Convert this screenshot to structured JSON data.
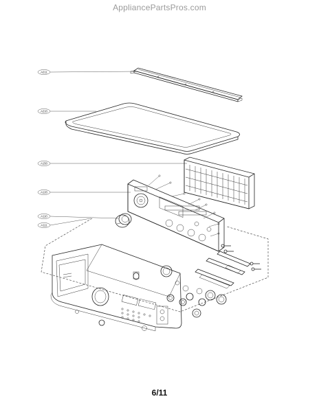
{
  "header": {
    "site": "AppliancePartsPros.com"
  },
  "callouts": [
    {
      "id": "a211",
      "label": "A211"
    },
    {
      "id": "a210",
      "label": "A210"
    },
    {
      "id": "a150",
      "label": "A150"
    },
    {
      "id": "a120",
      "label": "A120"
    },
    {
      "id": "a110",
      "label": "A110"
    },
    {
      "id": "a111",
      "label": "A111"
    }
  ],
  "footer": {
    "page": "6/11"
  }
}
